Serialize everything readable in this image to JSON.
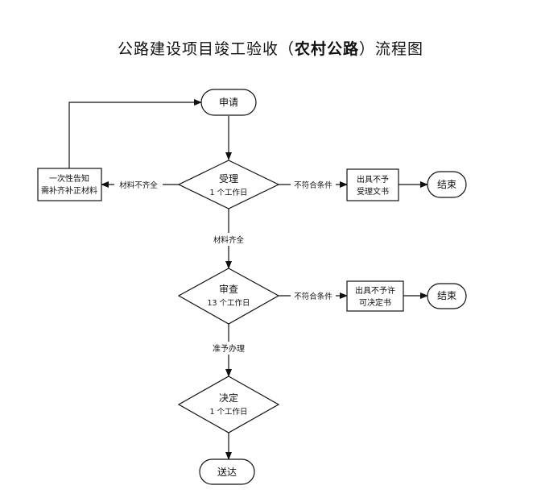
{
  "title": {
    "prefix": "公路建设项目竣工验收（",
    "bold": "农村公路",
    "suffix": "）流程图"
  },
  "nodes": {
    "apply": "申请",
    "notify_line1": "一次性告知",
    "notify_line2": "需补齐补正材料",
    "accept_title": "受理",
    "accept_days": "1 个工作日",
    "reject_accept_line1": "出具不予",
    "reject_accept_line2": "受理文书",
    "end1": "结束",
    "review_title": "审查",
    "review_days": "13 个工作日",
    "reject_review_line1": "出具不予许",
    "reject_review_line2": "可决定书",
    "end2": "结束",
    "decide_title": "决定",
    "decide_days": "1 个工作日",
    "deliver": "送达"
  },
  "edges": {
    "incomplete": "材料不齐全",
    "not_met_1": "不符合条件",
    "complete": "材料齐全",
    "not_met_2": "不符合条件",
    "approve": "准予办理"
  }
}
